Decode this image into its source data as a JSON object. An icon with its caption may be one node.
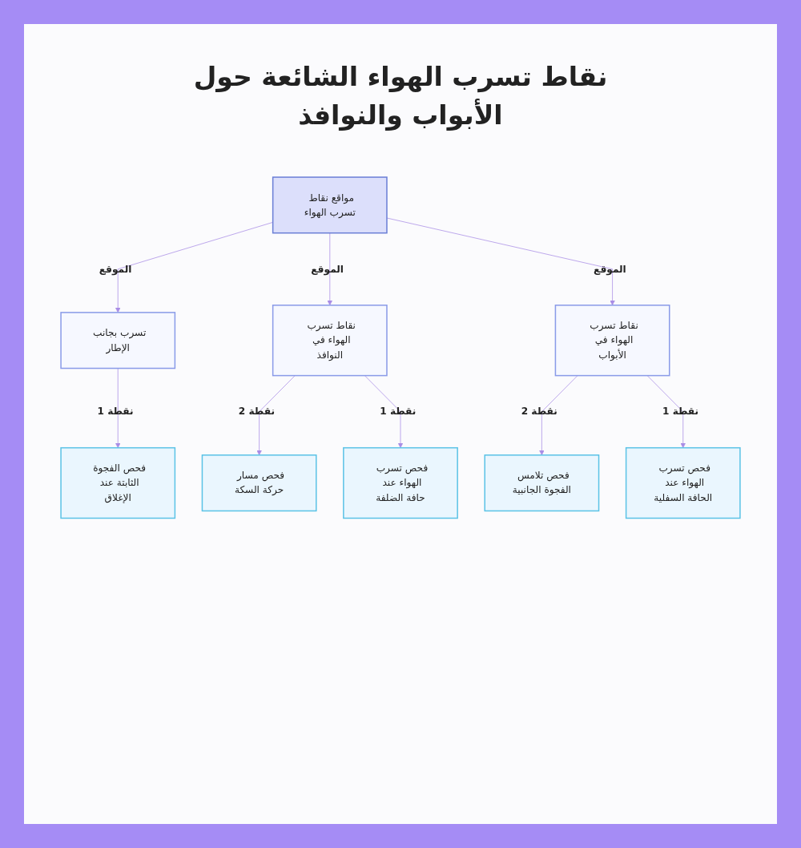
{
  "diagram": {
    "title": "نقاط تسرب الهواء الشائعة حول الأبواب والنوافذ",
    "nodes": [
      {
        "text": [
          "مواقع نقاط تسرب الهواء"
        ]
      },
      {
        "text": [
          "نقاط تسرب الهواء في الأبواب"
        ]
      },
      {
        "text": [
          "نقاط تسرب الهواء في النوافذ"
        ]
      },
      {
        "text": [
          "تسرب بجانب الإطار"
        ]
      },
      {
        "text": [
          "فحص تسرب الهواء عند الحافة السفلية"
        ]
      },
      {
        "text": [
          "فحص تلامس الفجوة الجانبية"
        ]
      },
      {
        "text": [
          "فحص تسرب الهواء عند حافة الضلفة"
        ]
      },
      {
        "text": [
          "فحص مسار حركة السكة"
        ]
      },
      {
        "text": [
          "فحص الفجوة الثابتة عند الإغلاق"
        ]
      }
    ],
    "edges": [
      {
        "from": 0,
        "to": 1,
        "arrow": "to",
        "label": "الموقع"
      },
      {
        "from": 0,
        "to": 2,
        "arrow": "to",
        "label": "الموقع"
      },
      {
        "from": 0,
        "to": 3,
        "arrow": "to",
        "label": "الموقع"
      },
      {
        "from": 1,
        "to": 4,
        "arrow": "to",
        "label": "نقطة 1"
      },
      {
        "from": 1,
        "to": 5,
        "arrow": "to",
        "label": "نقطة 2"
      },
      {
        "from": 2,
        "to": 6,
        "arrow": "to",
        "label": "نقطة 1"
      },
      {
        "from": 2,
        "to": 7,
        "arrow": "to",
        "label": "نقطة 2"
      },
      {
        "from": 3,
        "to": 8,
        "arrow": "to",
        "label": "نقطة 1"
      }
    ]
  }
}
